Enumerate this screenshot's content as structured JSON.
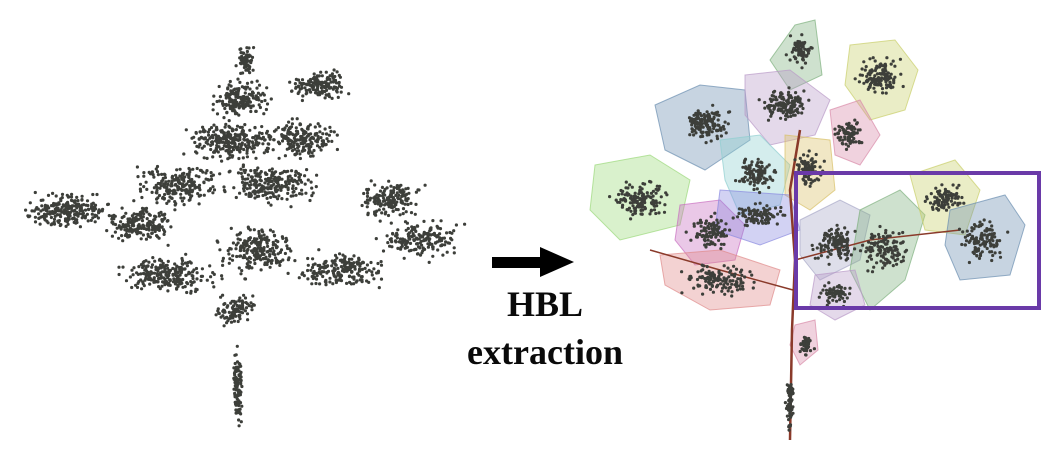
{
  "caption": {
    "line1": "HBL",
    "line2": "extraction"
  },
  "colors": {
    "points": "#3d3f3a",
    "arrow": "#000000",
    "highlight_box": "#6a3aa8",
    "stem": "#8a3a2a",
    "hull_palette": [
      "#7fb07f",
      "#c9cf6a",
      "#6b8fb0",
      "#b99ac8",
      "#d88aa8",
      "#8ecfd0",
      "#d9c067",
      "#9bd97a",
      "#c96fc0",
      "#8a8ae0",
      "#e08a8a",
      "#a8a8c8"
    ]
  },
  "panels": {
    "left": "point-cloud",
    "right": "segmented-point-cloud"
  }
}
